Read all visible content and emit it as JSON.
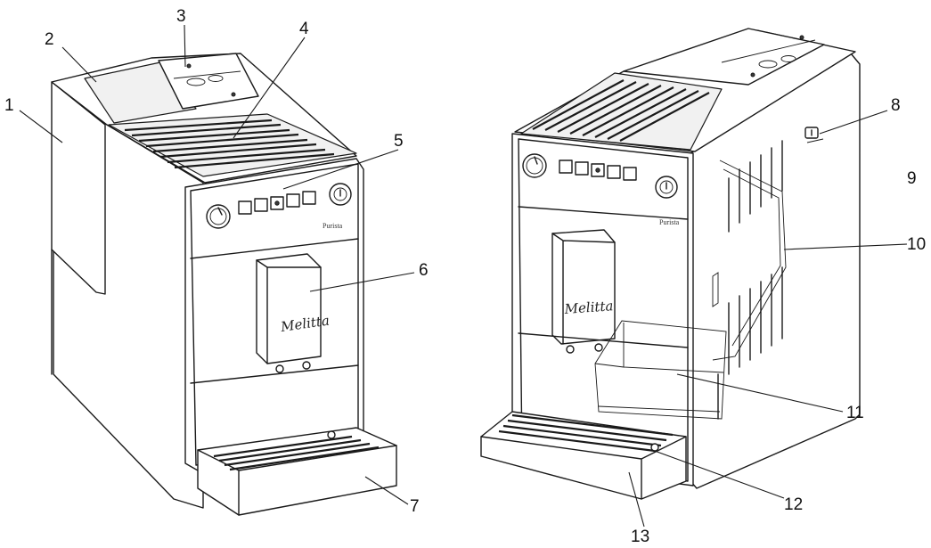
{
  "figure": {
    "brand_mark": "Melitta",
    "model_mark": "Purista",
    "callouts": [
      {
        "id": "c1",
        "label": "1"
      },
      {
        "id": "c2",
        "label": "2"
      },
      {
        "id": "c3",
        "label": "3"
      },
      {
        "id": "c4",
        "label": "4"
      },
      {
        "id": "c5",
        "label": "5"
      },
      {
        "id": "c6",
        "label": "6"
      },
      {
        "id": "c7",
        "label": "7"
      },
      {
        "id": "c8",
        "label": "8"
      },
      {
        "id": "c9",
        "label": "9"
      },
      {
        "id": "c10",
        "label": "10"
      },
      {
        "id": "c11",
        "label": "11"
      },
      {
        "id": "c12",
        "label": "12"
      },
      {
        "id": "c13",
        "label": "13"
      }
    ]
  }
}
